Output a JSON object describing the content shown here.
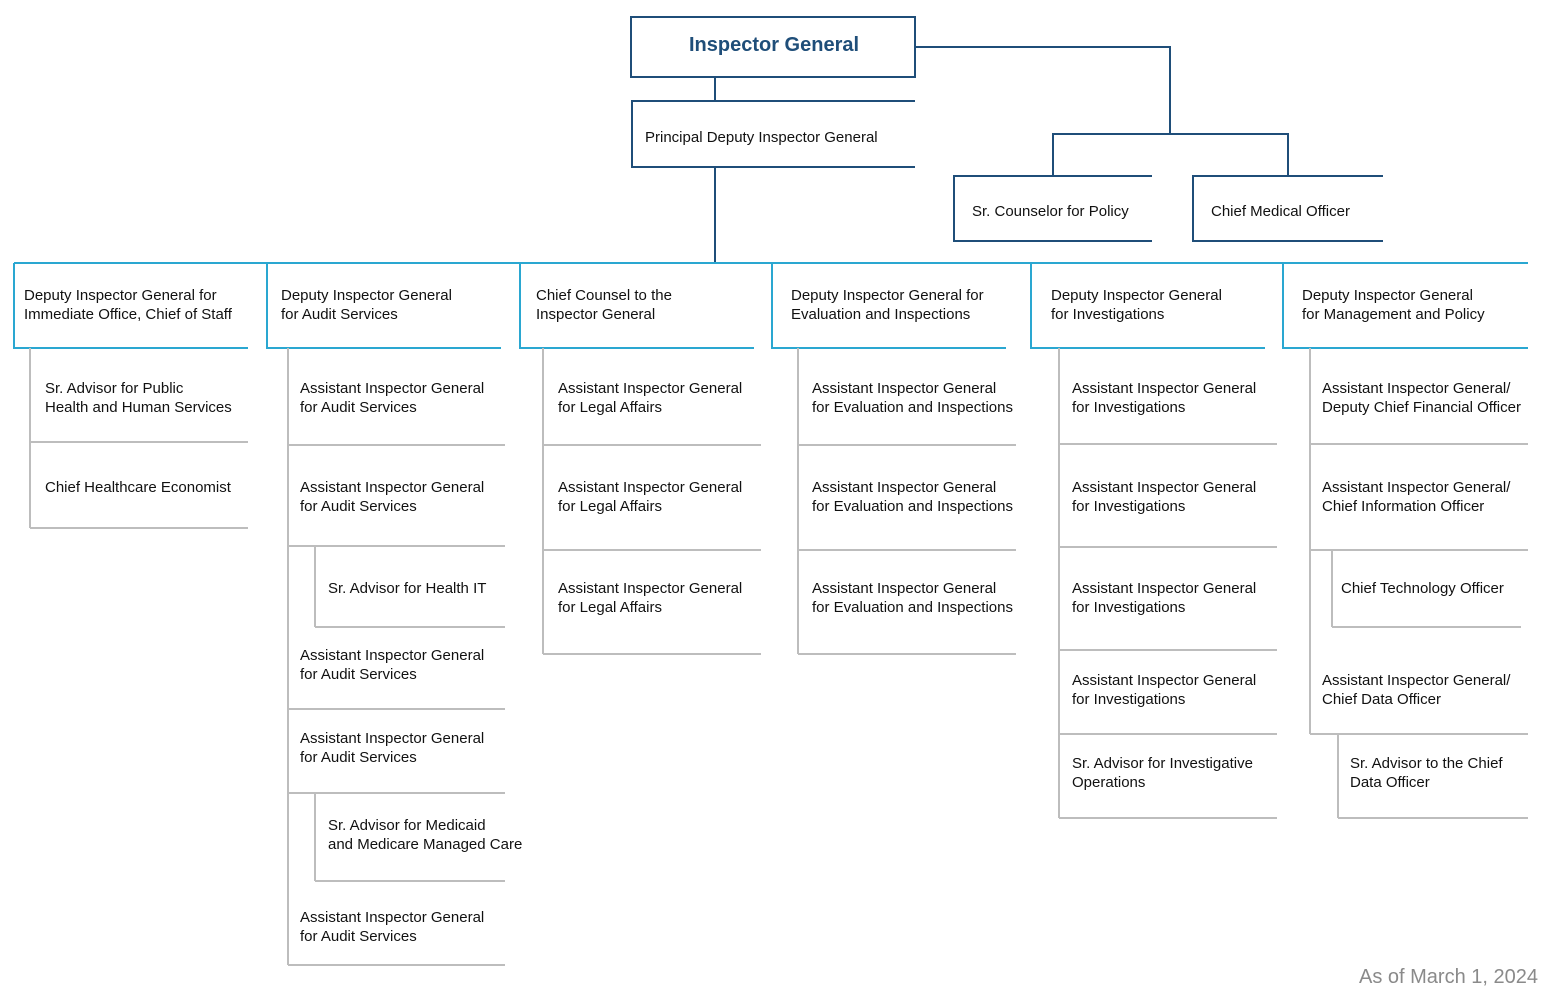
{
  "top": {
    "inspector_general": "Inspector General",
    "principal_deputy": "Principal Deputy Inspector General",
    "counselor": "Sr. Counselor for Policy",
    "medical": "Chief Medical Officer"
  },
  "columns": [
    {
      "title": "Deputy Inspector General for\nImmediate Office, Chief of Staff",
      "items": [
        "Sr. Advisor for Public\nHealth and Human Services",
        "Chief Healthcare Economist"
      ]
    },
    {
      "title": "Deputy Inspector General\nfor Audit Services",
      "items": [
        "Assistant Inspector General\nfor Audit Services",
        "Assistant Inspector General\nfor Audit Services",
        "Sr. Advisor for Health IT",
        "Assistant Inspector General\nfor Audit Services",
        "Assistant Inspector General\nfor Audit Services",
        "Sr. Advisor for Medicaid\nand Medicare Managed Care",
        "Assistant Inspector General\nfor Audit Services"
      ]
    },
    {
      "title": "Chief Counsel to the\nInspector General",
      "items": [
        "Assistant Inspector General\nfor Legal Affairs",
        "Assistant Inspector General\nfor Legal Affairs",
        "Assistant Inspector General\nfor Legal Affairs"
      ]
    },
    {
      "title": "Deputy Inspector General for\nEvaluation and Inspections",
      "items": [
        "Assistant Inspector General\nfor Evaluation and Inspections",
        "Assistant Inspector General\nfor Evaluation and Inspections",
        "Assistant Inspector General\nfor Evaluation and Inspections"
      ]
    },
    {
      "title": "Deputy Inspector General\nfor Investigations",
      "items": [
        "Assistant Inspector General\nfor Investigations",
        "Assistant Inspector General\nfor Investigations",
        "Assistant Inspector General\nfor Investigations",
        "Assistant Inspector General\nfor Investigations",
        "Sr. Advisor for Investigative\nOperations"
      ]
    },
    {
      "title": "Deputy Inspector General\nfor Management and Policy",
      "items": [
        "Assistant Inspector General/\nDeputy Chief Financial Officer",
        "Assistant Inspector General/\nChief Information Officer",
        "Chief Technology Officer",
        "Assistant Inspector General/\nChief Data Officer",
        "Sr. Advisor to the Chief\nData Officer"
      ]
    }
  ],
  "footer": {
    "as_of": "As of March 1, 2024"
  },
  "colors": {
    "navy": "#1f4e79",
    "cyan": "#2aa7d1",
    "gray": "#bdbdbd",
    "date_gray": "#8a8a8a"
  }
}
